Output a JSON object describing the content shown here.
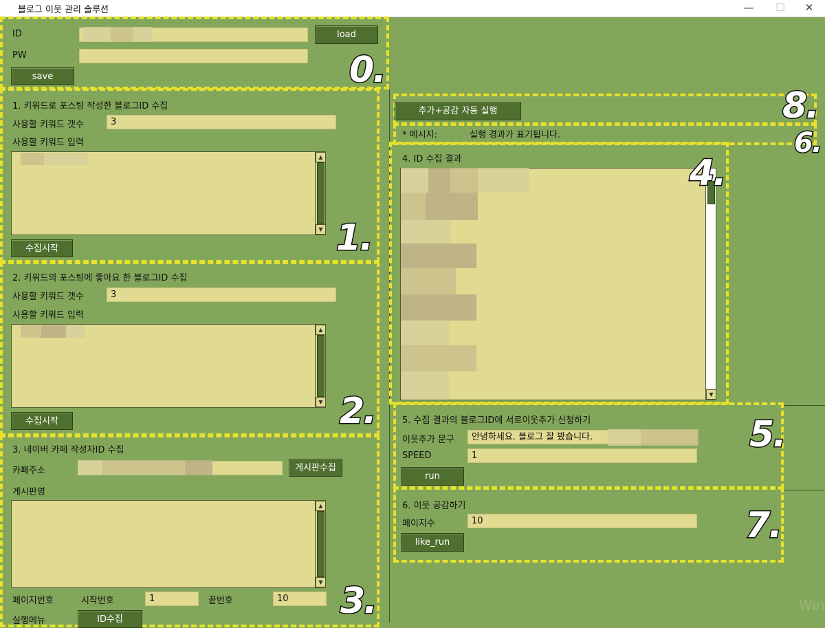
{
  "window": {
    "title": "블로그 이웃 관리 솔루션",
    "minimize": "—",
    "maximize": "☐",
    "close": "✕"
  },
  "section0": {
    "id_label": "ID",
    "id_value": "",
    "pw_label": "PW",
    "pw_value": "",
    "load_button": "load",
    "save_button": "save",
    "marker": "0."
  },
  "section1": {
    "title": "1. 키워드로 포스팅 작성한 블로그ID 수집",
    "count_label": "사용할 키워드 갯수",
    "count_value": "3",
    "input_label": "사용할 키워드 입력",
    "button": "수집시작",
    "marker": "1."
  },
  "section2": {
    "title": "2. 키워드의 포스팅에 좋아요 한 블로그ID 수집",
    "count_label": "사용할 키워드 갯수",
    "count_value": "3",
    "input_label": "사용할 키워드 입력",
    "button": "수집시작",
    "marker": "2."
  },
  "section3": {
    "title": "3. 네이버 카페 작성자ID 수집",
    "cafe_label": "카페주소",
    "board_button": "게시판수집",
    "board_label": "게시판명",
    "page_label": "페이지번호",
    "start_label": "시작번호",
    "start_value": "1",
    "end_label": "끝번호",
    "end_value": "10",
    "menu_label": "실행메뉴",
    "id_button": "ID수집",
    "marker": "3."
  },
  "section8": {
    "auto_button": "추가+공감 자동 실행",
    "marker": "8."
  },
  "section6msg": {
    "label": "* 메시지:",
    "value": "실행 경과가 표기됩니다.",
    "marker": "6."
  },
  "section4": {
    "title": "4. ID 수집 결과",
    "marker": "4."
  },
  "section5": {
    "title": "5. 수집 결과의 블로그ID에 서로이웃추가 신청하기",
    "phrase_label": "이웃추가 문구",
    "phrase_value": "안녕하세요. 블로그 잘 봤습니다.",
    "speed_label": "SPEED",
    "speed_value": "1",
    "run_button": "run",
    "marker": "5."
  },
  "section7": {
    "title": "6. 이웃  공감하기",
    "pages_label": "페이지수",
    "pages_value": "10",
    "like_button": "like_run",
    "marker": "7."
  },
  "watermark": "Win"
}
